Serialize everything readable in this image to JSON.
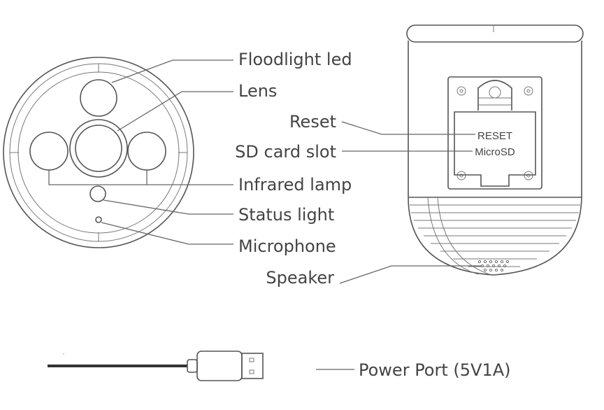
{
  "colors": {
    "line": "#666666",
    "outline": "#555555",
    "text": "#444444",
    "background": "#ffffff"
  },
  "labels": {
    "floodlight": "Floodlight led",
    "lens": "Lens",
    "reset": "Reset",
    "sd_card": "SD card slot",
    "infrared": "Infrared lamp",
    "status": "Status light",
    "microphone": "Microphone",
    "speaker": "Speaker",
    "power": "Power Port (5V1A)"
  },
  "panel_text": {
    "reset": "RESET",
    "microsd": "MicroSD"
  }
}
